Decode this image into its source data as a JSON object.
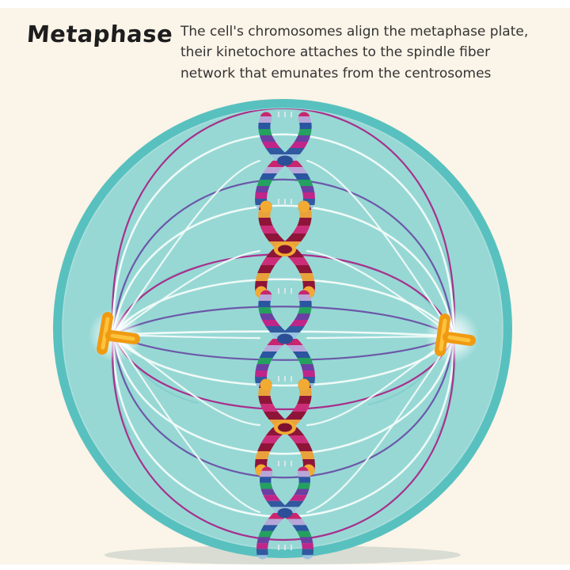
{
  "header": {
    "title": "Metaphase",
    "description_lines": [
      "The cell's chromosomes align the metaphase plate,",
      "their kinetochore attaches to the spindle fiber",
      "network that emunates from the centrosomes"
    ]
  },
  "diagram": {
    "subject": "animal cell in metaphase of mitosis",
    "chromosome_count": 5,
    "chromosomes": [
      {
        "id": "chromosome-1",
        "style": "pink-green-blue-banded"
      },
      {
        "id": "chromosome-2",
        "style": "maroon-magenta-banded-yellow-tips"
      },
      {
        "id": "chromosome-3",
        "style": "pink-green-blue-banded"
      },
      {
        "id": "chromosome-4",
        "style": "maroon-magenta-banded-yellow-tips"
      },
      {
        "id": "chromosome-5",
        "style": "pink-green-blue-banded"
      }
    ],
    "centrosomes": [
      "left",
      "right"
    ],
    "structures": [
      "cell membrane",
      "cytoplasm",
      "spindle fibers",
      "kinetochore fibers",
      "metaphase plate"
    ]
  },
  "palette": {
    "frame": "#ffffff",
    "background": "#fbf4e8",
    "textDark": "#1d1d1d",
    "textBody": "#333333",
    "membrane": "#58c1bf",
    "cytoplasm": "#97d8d5",
    "cytoplasmEdge": "#aedfdd",
    "shadow": "rgba(95,135,138,0.22)",
    "fiberWhite": "#effaf7",
    "fiberMagenta": "#a8308c",
    "fiberPurple": "#6c58a8",
    "fiberFaint": "#79c9c6",
    "centriole": "#f09a12",
    "centrioleHi": "#fcc33d",
    "tick": "#d9e6ea",
    "centromereA": "#2b4f97",
    "centromereB": "#7d1230",
    "tipB": "#f2ab32",
    "bandA1": "#c9266f",
    "bandA2": "#b7a7d9",
    "bandA3": "#2b55a0",
    "bandA4": "#24a05f",
    "bandA5": "#6b3fa2",
    "bandA6": "#c02589",
    "bandA7": "#31599f",
    "bandA8": "#99c3de",
    "bandB1": "#8e1538",
    "bandB2": "#cb2d78",
    "bandB3": "#8e1538",
    "bandB4": "#e9a23b"
  }
}
